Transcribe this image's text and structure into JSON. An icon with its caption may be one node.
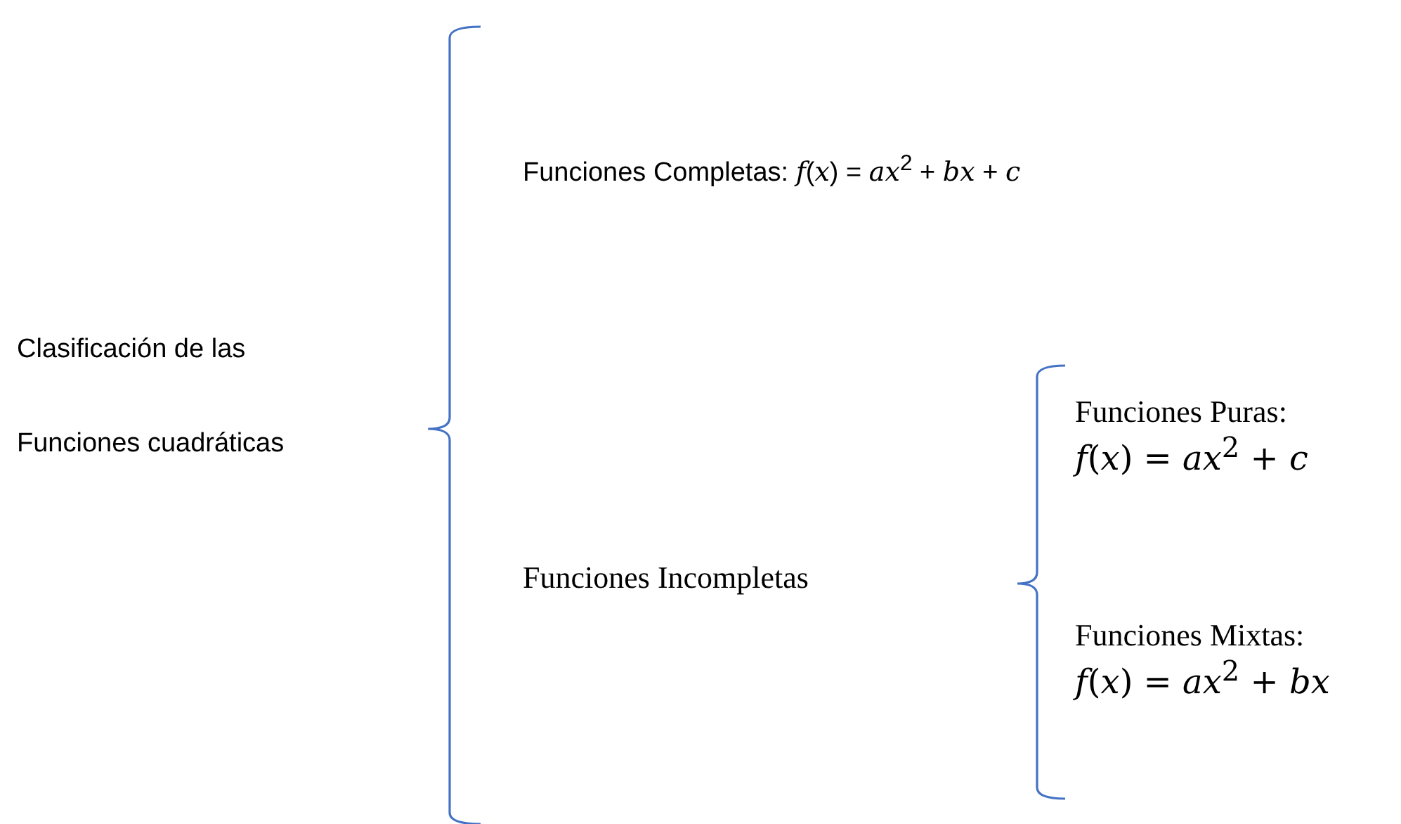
{
  "diagram": {
    "nodes": [
      {
        "text": [
          "Clasificación de las",
          "Funciones cuadráticas"
        ]
      },
      {
        "text": [
          "Funciones Completas: *f*(*x*) = *ax*$^{2}$ + *bx* + *c*"
        ]
      },
      {
        "text": [
          "Funciones Incompletas"
        ]
      },
      {
        "text": [
          "Funciones Puras:",
          "*f*(*x*) = *ax*$^{2}$ + *c*"
        ]
      },
      {
        "text": [
          "Funciones Mixtas:",
          "*f*(*x*) = *ax*$^{2}$ + *bx*"
        ]
      }
    ]
  }
}
